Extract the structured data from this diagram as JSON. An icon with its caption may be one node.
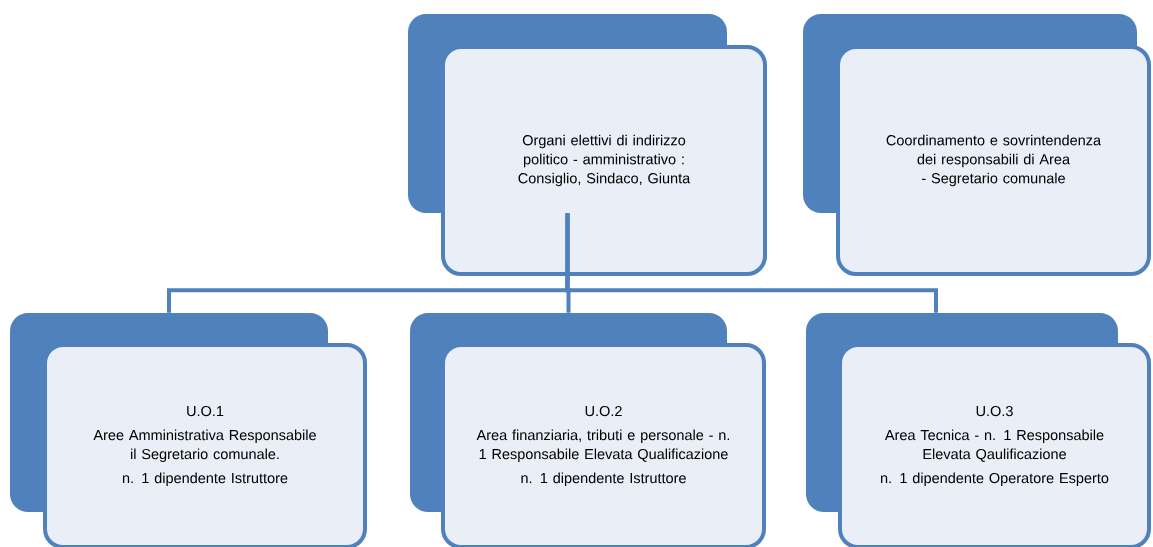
{
  "diagram": {
    "nodes": [
      {
        "text": [
          "Organi elettivi di indirizzo politico - amministrativo : Consiglio, Sindaco, Giunta"
        ]
      },
      {
        "text": [
          "Coordinamento e sovrintendenza dei responsabili di Area - Segretario comunale"
        ]
      },
      {
        "text": [
          "U.O.1",
          "Aree Amministrativa Responsabile il Segretario comunale.",
          "n. 1 dipendente Istruttore"
        ]
      },
      {
        "text": [
          "U.O.2",
          "Area finanziaria, tributi e personale - n. 1 Responsabile Elevata Qualificazione",
          "n. 1 dipendente Istruttore"
        ]
      },
      {
        "text": [
          "U.O.3",
          "Area Tecnica - n. 1 Responsabile Elevata Qaulificazione",
          "n. 1 dipendente Operatore Esperto"
        ]
      }
    ],
    "edges": [
      {
        "from": 0,
        "to": 2,
        "arrow": "none"
      },
      {
        "from": 0,
        "to": 3,
        "arrow": "none"
      },
      {
        "from": 0,
        "to": 4,
        "arrow": "none"
      }
    ]
  }
}
